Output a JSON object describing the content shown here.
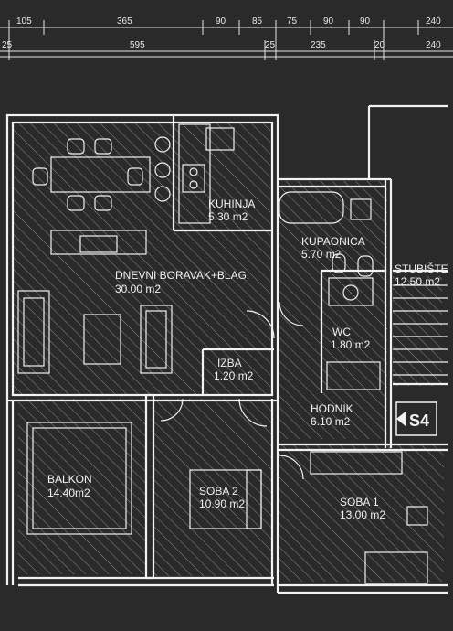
{
  "dimensions": {
    "row1": [
      "105",
      "365",
      "90",
      "85",
      "75",
      "90",
      "90",
      "240"
    ],
    "row2": [
      "25",
      "595",
      "25",
      "235",
      "20",
      "240"
    ]
  },
  "rooms": {
    "kuhinja": {
      "name": "KUHINJA",
      "area": "5.30 m2"
    },
    "kupaonica": {
      "name": "KUPAONICA",
      "area": "5.70 m2"
    },
    "dnevni": {
      "name": "DNEVNI BORAVAK+BLAG.",
      "area": "30.00 m2"
    },
    "stubiste": {
      "name": "STUBIŠTE",
      "area": "12.50 m2"
    },
    "wc": {
      "name": "WC",
      "area": "1.80 m2"
    },
    "izba": {
      "name": "IZBA",
      "area": "1.20 m2"
    },
    "hodnik": {
      "name": "HODNIK",
      "area": "6.10 m2"
    },
    "balkon": {
      "name": "BALKON",
      "area": "14.40m2"
    },
    "soba2": {
      "name": "SOBA 2",
      "area": "10.90 m2"
    },
    "soba1": {
      "name": "SOBA 1",
      "area": "13.00 m2"
    }
  },
  "marker": {
    "label": "S4"
  }
}
